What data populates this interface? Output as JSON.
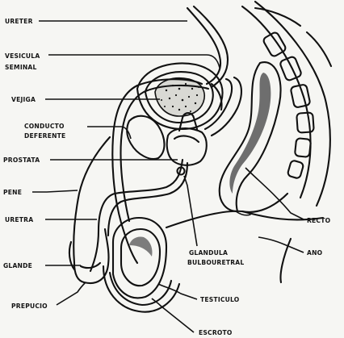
{
  "labels": {
    "ureter": "URETER",
    "vesicula_1": "VESICULA",
    "vesicula_2": "SEMINAL",
    "vejiga": "VEJIGA",
    "conducto_1": "CONDUCTO",
    "conducto_2": "DEFERENTE",
    "prostata": "PROSTATA",
    "pene": "PENE",
    "uretra": "URETRA",
    "glande": "GLANDE",
    "prepucio": "PREPUCIO",
    "escroto": "ESCROTO",
    "testiculo": "TESTICULO",
    "glandula_1": "GLANDULA",
    "glandula_2": "BULBOURETRAL",
    "ano": "ANO",
    "recto": "RECTO"
  },
  "colors": {
    "ink": "#111111",
    "paper": "#f6f6f3"
  }
}
